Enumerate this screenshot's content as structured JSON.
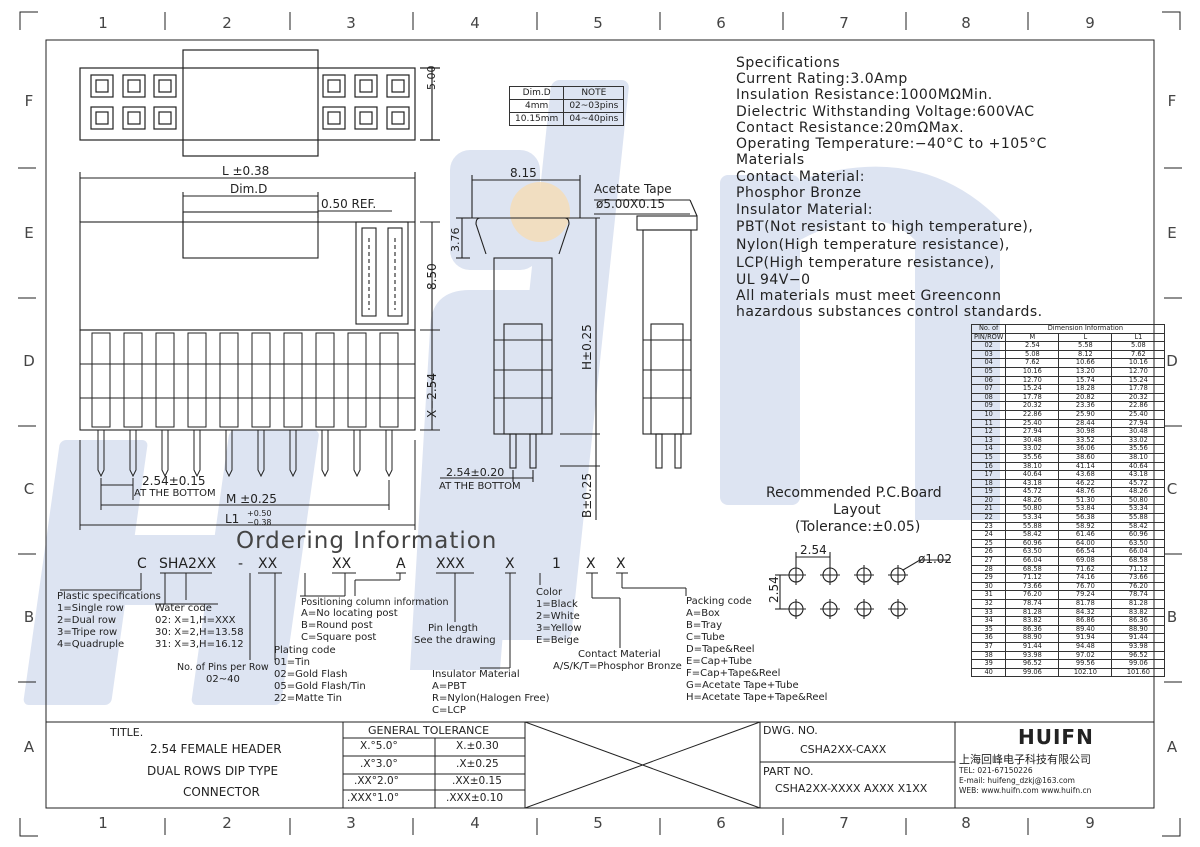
{
  "zones": {
    "columns": [
      "1",
      "2",
      "3",
      "4",
      "5",
      "6",
      "7",
      "8",
      "9"
    ],
    "rows": [
      "F",
      "E",
      "D",
      "C",
      "B",
      "A"
    ]
  },
  "watermark": "HUIFN",
  "dimd_table": {
    "headers": [
      "Dim.D",
      "NOTE"
    ],
    "rows": [
      [
        "4mm",
        "02~03pins"
      ],
      [
        "10.15mm",
        "04~40pins"
      ]
    ]
  },
  "dims": {
    "top_height": "5.00",
    "L": "L ±0.38",
    "dimD": "Dim.D",
    "ref": "0.50 REF.",
    "h850": "8.50",
    "x254": "X−2.54",
    "p254": "2.54±0.15",
    "atbottom1": "AT THE BOTTOM",
    "M": "M ±0.25",
    "L1": "L1",
    "L1_tol_up": "+0.50",
    "L1_tol_dn": "−0.38",
    "w815": "8.15",
    "h376": "3.76",
    "H": "H±0.25",
    "p254b": "2.54±0.20",
    "atbottom2": "AT THE BOTTOM",
    "B": "B±0.25",
    "acetate": "Acetate Tape",
    "acetate_dim": "ø5.00X0.15"
  },
  "specs": [
    "Specifications",
    "Current Rating:3.0Amp",
    "Insulation Resistance:1000MΩMin.",
    "Dielectric Withstanding Voltage:600VAC",
    "Contact Resistance:20mΩMax.",
    "Operating Temperature:−40°C to +105°C",
    "Materials",
    "Contact Material:",
    "Phosphor Bronze",
    "Insulator Material:",
    "PBT(Not resistant to high temperature),",
    "Nylon(High temperature resistance),",
    "LCP(High temperature resistance),",
    "UL 94V−0",
    "All materials must meet Greenconn",
    "hazardous substances control standards."
  ],
  "pcb": {
    "title1": "Recommended P.C.Board",
    "title2": "Layout",
    "title3": "(Tolerance:±0.05)",
    "pitch_x": "2.54",
    "pitch_y": "2.54",
    "hole": "ø1.02"
  },
  "ordering": {
    "title": "Ordering Information",
    "code": [
      "C",
      "SHA2XX",
      "-",
      "XX",
      "XX",
      "A",
      "XXX",
      "X",
      "1",
      "X",
      "X"
    ],
    "plastic": [
      "Plastic specifications",
      "1=Single row",
      "2=Dual row",
      "3=Tripe row",
      "4=Quadruple"
    ],
    "water": [
      "Water code",
      "02: X=1,H=XXX",
      "30: X=2,H=13.58",
      "31: X=3,H=16.12"
    ],
    "pins": [
      "No. of Pins per Row",
      "02~40"
    ],
    "position": [
      "Positioning column information",
      "A=No locating post",
      "B=Round post",
      "C=Square post"
    ],
    "plating": [
      "Plating code",
      "01=Tin",
      "02=Gold Flash",
      "05=Gold Flash/Tin",
      "22=Matte Tin"
    ],
    "pinlen": [
      "Pin length",
      "See the drawing"
    ],
    "insulator": [
      "Insulator Material",
      "A=PBT",
      "R=Nylon(Halogen Free)",
      "C=LCP"
    ],
    "color": [
      "Color",
      "1=Black",
      "2=White",
      "3=Yellow",
      "E=Beige"
    ],
    "contact": [
      "Contact Material",
      "A/S/K/T=Phosphor Bronze"
    ],
    "packing": [
      "Packing code",
      "A=Box",
      "B=Tray",
      "C=Tube",
      "D=Tape&Reel",
      "E=Cap+Tube",
      "F=Cap+Tape&Reel",
      "G=Acetate Tape+Tube",
      "H=Acetate Tape+Tape&Reel"
    ]
  },
  "dimension_table": {
    "header_top": [
      "No. of",
      "Dimension Information"
    ],
    "header": [
      "PIN/ROW",
      "M",
      "L",
      "L1"
    ],
    "rows": [
      [
        "02",
        "2.54",
        "5.58",
        "5.08"
      ],
      [
        "03",
        "5.08",
        "8.12",
        "7.62"
      ],
      [
        "04",
        "7.62",
        "10.66",
        "10.16"
      ],
      [
        "05",
        "10.16",
        "13.20",
        "12.70"
      ],
      [
        "06",
        "12.70",
        "15.74",
        "15.24"
      ],
      [
        "07",
        "15.24",
        "18.28",
        "17.78"
      ],
      [
        "08",
        "17.78",
        "20.82",
        "20.32"
      ],
      [
        "09",
        "20.32",
        "23.36",
        "22.86"
      ],
      [
        "10",
        "22.86",
        "25.90",
        "25.40"
      ],
      [
        "11",
        "25.40",
        "28.44",
        "27.94"
      ],
      [
        "12",
        "27.94",
        "30.98",
        "30.48"
      ],
      [
        "13",
        "30.48",
        "33.52",
        "33.02"
      ],
      [
        "14",
        "33.02",
        "36.06",
        "35.56"
      ],
      [
        "15",
        "35.56",
        "38.60",
        "38.10"
      ],
      [
        "16",
        "38.10",
        "41.14",
        "40.64"
      ],
      [
        "17",
        "40.64",
        "43.68",
        "43.18"
      ],
      [
        "18",
        "43.18",
        "46.22",
        "45.72"
      ],
      [
        "19",
        "45.72",
        "48.76",
        "48.26"
      ],
      [
        "20",
        "48.26",
        "51.30",
        "50.80"
      ],
      [
        "21",
        "50.80",
        "53.84",
        "53.34"
      ],
      [
        "22",
        "53.34",
        "56.38",
        "55.88"
      ],
      [
        "23",
        "55.88",
        "58.92",
        "58.42"
      ],
      [
        "24",
        "58.42",
        "61.46",
        "60.96"
      ],
      [
        "25",
        "60.96",
        "64.00",
        "63.50"
      ],
      [
        "26",
        "63.50",
        "66.54",
        "66.04"
      ],
      [
        "27",
        "66.04",
        "69.08",
        "68.58"
      ],
      [
        "28",
        "68.58",
        "71.62",
        "71.12"
      ],
      [
        "29",
        "71.12",
        "74.16",
        "73.66"
      ],
      [
        "30",
        "73.66",
        "76.70",
        "76.20"
      ],
      [
        "31",
        "76.20",
        "79.24",
        "78.74"
      ],
      [
        "32",
        "78.74",
        "81.78",
        "81.28"
      ],
      [
        "33",
        "81.28",
        "84.32",
        "83.82"
      ],
      [
        "34",
        "83.82",
        "86.86",
        "86.36"
      ],
      [
        "35",
        "86.36",
        "89.40",
        "88.90"
      ],
      [
        "36",
        "88.90",
        "91.94",
        "91.44"
      ],
      [
        "37",
        "91.44",
        "94.48",
        "93.98"
      ],
      [
        "38",
        "93.98",
        "97.02",
        "96.52"
      ],
      [
        "39",
        "96.52",
        "99.56",
        "99.06"
      ],
      [
        "40",
        "99.06",
        "102.10",
        "101.60"
      ]
    ]
  },
  "title_block": {
    "title_label": "TITLE.",
    "title_lines": [
      "2.54 FEMALE HEADER",
      "DUAL ROWS DIP TYPE",
      "CONNECTOR"
    ],
    "tolerance_header": "GENERAL TOLERANCE",
    "tolerance": [
      [
        "X.°5.0°",
        "X.±0.30"
      ],
      [
        ".X°3.0°",
        ".X±0.25"
      ],
      [
        ".XX°2.0°",
        ".XX±0.15"
      ],
      [
        ".XXX°1.0°",
        ".XXX±0.10"
      ]
    ],
    "dwg_label": "DWG. NO.",
    "dwg_no": "CSHA2XX-CAXX",
    "part_label": "PART NO.",
    "part_no": "CSHA2XX-XXXX AXXX X1XX",
    "company_logo": "HUIFN",
    "company_name": "上海回峰电子科技有限公司",
    "tel": "TEL: 021-67150226",
    "email": "E-mail: huifeng_dzkj@163.com",
    "web": "WEB: www.huifn.com  www.huifn.cn"
  },
  "colors": {
    "line": "#222222",
    "watermark": "#c9d3ea",
    "watermark_dot": "#f6dcb4"
  }
}
